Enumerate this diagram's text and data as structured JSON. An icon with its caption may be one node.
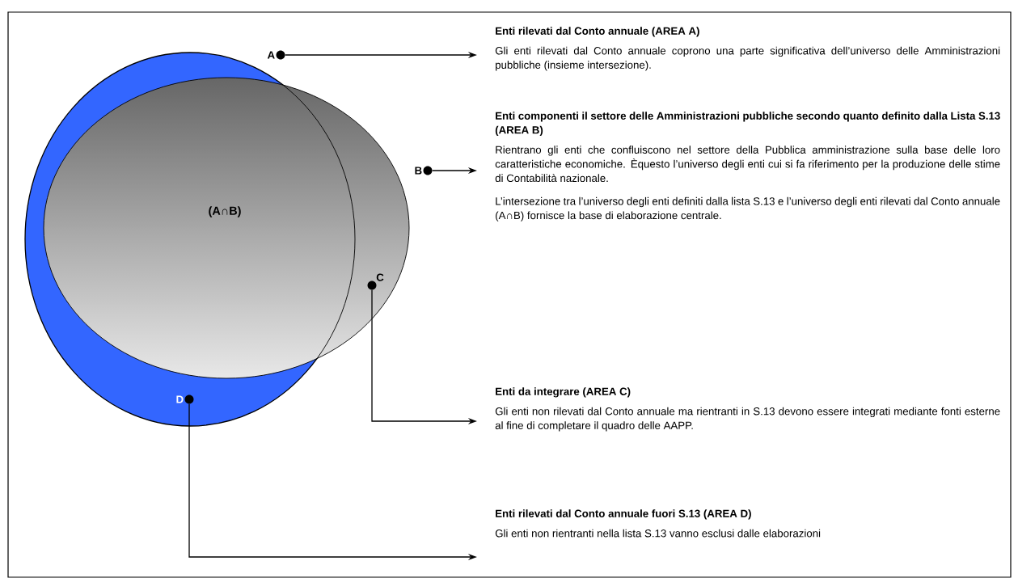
{
  "diagram": {
    "nodes": [
      {
        "text": [
          "A"
        ]
      },
      {
        "text": [
          "B"
        ]
      },
      {
        "text": [
          "C"
        ]
      },
      {
        "text": [
          "D"
        ]
      },
      {
        "text": [
          "Enti rilevati dal Conto annuale (AREA A)",
          "Gli enti rilevati dal Conto annuale coprono una parte significativa dell’universo delle Amministrazioni pubbliche (insieme intersezione)."
        ]
      },
      {
        "text": [
          "Enti componenti il settore delle Amministrazioni pubbliche secondo quanto definito dalla Lista S.13 (AREA B)",
          "Rientrano gli enti che confluiscono nel settore della Pubblica amministrazione sulla base delle loro caratteristiche economiche. Èquesto l’universo degli enti cui si fa riferimento per la produzione delle stime di Contabilità nazionale.",
          "L’intersezione tra l’universo degli enti definiti dalla lista S.13 e l’universo degli enti rilevati dal Conto annuale (A∩B) fornisce la base di elaborazione centrale."
        ]
      },
      {
        "text": [
          "Enti da integrare (AREA C)",
          "Gli enti non rilevati dal Conto annuale ma rientranti in S.13 devono essere integrati mediante fonti esterne al fine di completare il quadro delle AAPP."
        ]
      },
      {
        "text": [
          "Enti rilevati dal Conto annuale fuori S.13 (AREA D)",
          "Gli enti non rientranti nella lista S.13 vanno esclusi dalle elaborazioni"
        ]
      }
    ],
    "edges": [
      {
        "from": 0,
        "to": 4,
        "arrow": "to"
      },
      {
        "from": 1,
        "to": 5,
        "arrow": "to"
      },
      {
        "from": 2,
        "to": 6,
        "arrow": "to"
      },
      {
        "from": 3,
        "to": 7,
        "arrow": "to"
      }
    ],
    "labels": [
      "(A∩B)"
    ]
  }
}
